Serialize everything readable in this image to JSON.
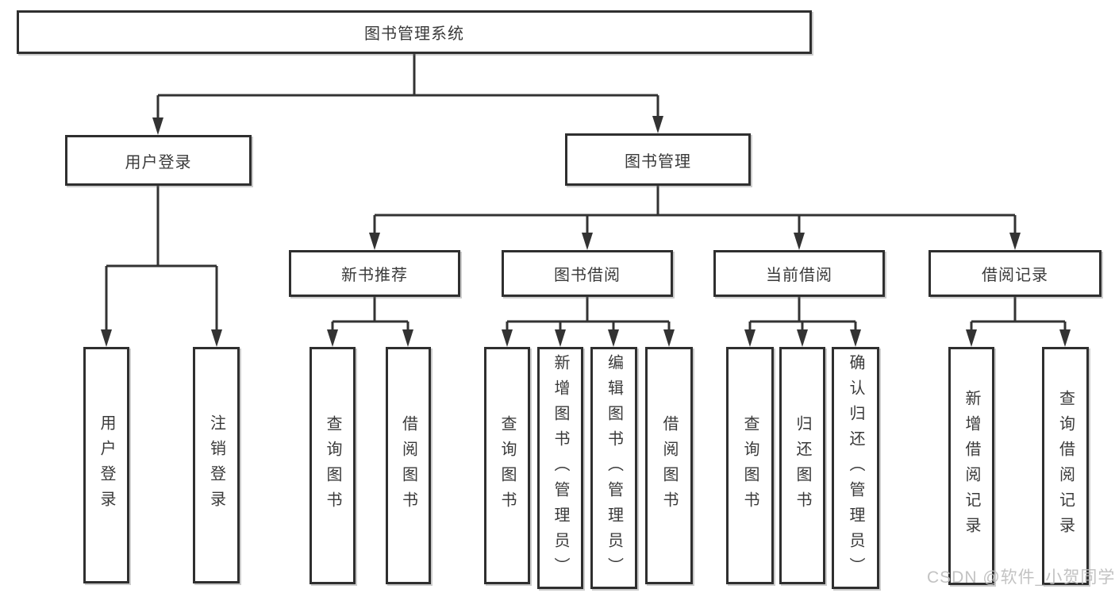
{
  "diagram": {
    "type": "hierarchy",
    "root": {
      "label": "图书管理系统",
      "children": [
        {
          "label": "用户登录",
          "children": [
            {
              "label": "用户登录"
            },
            {
              "label": "注销登录"
            }
          ]
        },
        {
          "label": "图书管理",
          "children": [
            {
              "label": "新书推荐",
              "children": [
                {
                  "label": "查询图书"
                },
                {
                  "label": "借阅图书"
                }
              ]
            },
            {
              "label": "图书借阅",
              "children": [
                {
                  "label": "查询图书"
                },
                {
                  "label": "新增图书（管理员）"
                },
                {
                  "label": "编辑图书（管理员）"
                },
                {
                  "label": "借阅图书"
                }
              ]
            },
            {
              "label": "当前借阅",
              "children": [
                {
                  "label": "查询图书"
                },
                {
                  "label": "归还图书"
                },
                {
                  "label": "确认归还（管理员）"
                }
              ]
            },
            {
              "label": "借阅记录",
              "children": [
                {
                  "label": "新增借阅记录"
                },
                {
                  "label": "查询借阅记录"
                }
              ]
            }
          ]
        }
      ]
    }
  },
  "watermark": {
    "text": "CSDN @软件_小贺同学"
  },
  "colors": {
    "line": "#333333",
    "box_border": "#2f2f2f",
    "text": "#3a3a3a",
    "box_background": "#ffffff",
    "watermark": "#bcbcbc",
    "page_background": "#ffffff"
  }
}
